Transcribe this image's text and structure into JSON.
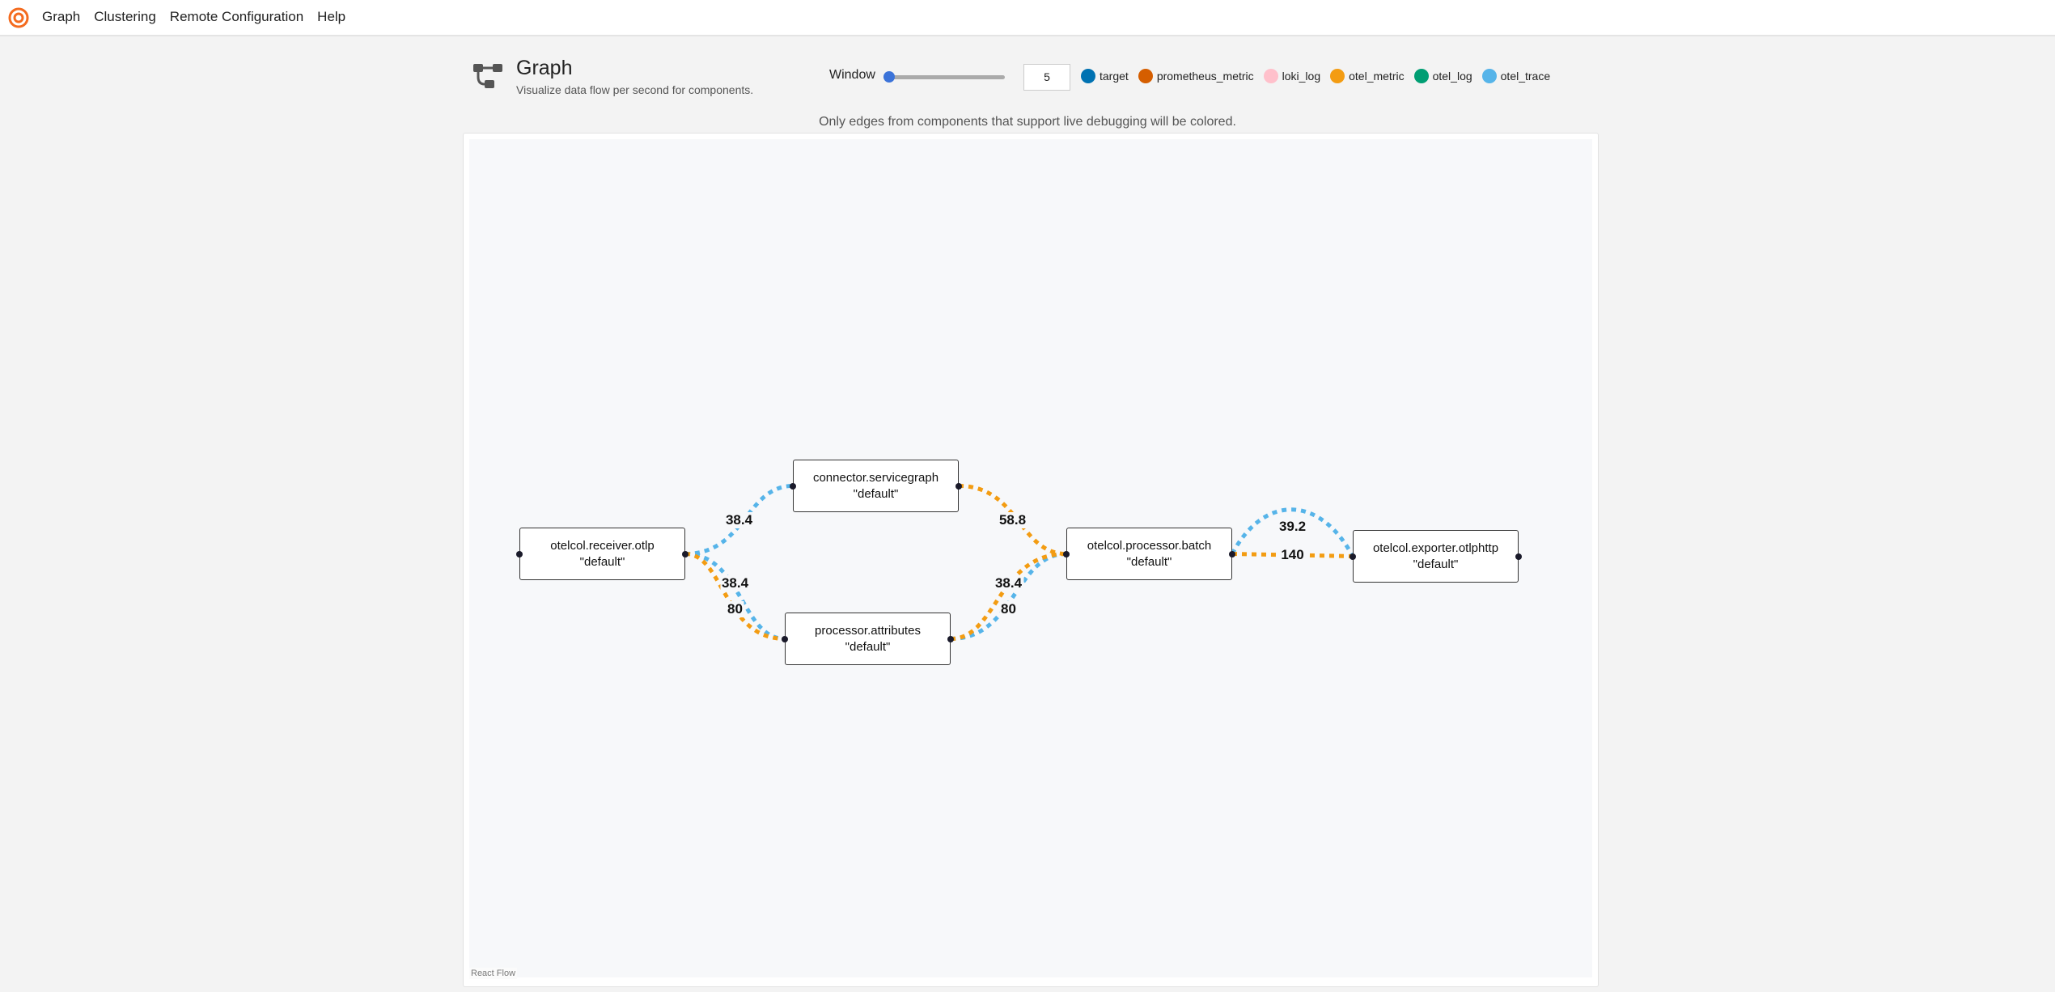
{
  "nav": {
    "items": [
      "Graph",
      "Clustering",
      "Remote Configuration",
      "Help"
    ]
  },
  "header": {
    "title": "Graph",
    "subtitle": "Visualize data flow per second for components.",
    "icon": "graph-icon"
  },
  "window": {
    "label": "Window",
    "value": "5",
    "slider_fraction": 0.0
  },
  "legend": [
    {
      "label": "target",
      "color": "#0072B2"
    },
    {
      "label": "prometheus_metric",
      "color": "#D55E00"
    },
    {
      "label": "loki_log",
      "color": "#FFC0CB"
    },
    {
      "label": "otel_metric",
      "color": "#F39C12"
    },
    {
      "label": "otel_log",
      "color": "#009E73"
    },
    {
      "label": "otel_trace",
      "color": "#56B4E9"
    }
  ],
  "note": "Only edges from components that support live debugging will be colored.",
  "attribution": "React Flow",
  "nodes": [
    {
      "id": "receiver",
      "name": "otelcol.receiver.otlp",
      "label": "\"default\""
    },
    {
      "id": "connector",
      "name": "connector.servicegraph",
      "label": "\"default\""
    },
    {
      "id": "attributes",
      "name": "processor.attributes",
      "label": "\"default\""
    },
    {
      "id": "batch",
      "name": "otelcol.processor.batch",
      "label": "\"default\""
    },
    {
      "id": "exporter",
      "name": "otelcol.exporter.otlphttp",
      "label": "\"default\""
    }
  ],
  "edges": [
    {
      "source": "receiver",
      "target": "connector",
      "type": "otel_trace",
      "value": "38.4"
    },
    {
      "source": "receiver",
      "target": "attributes",
      "type": "otel_trace",
      "value": "38.4"
    },
    {
      "source": "receiver",
      "target": "attributes",
      "type": "otel_metric",
      "value": "80"
    },
    {
      "source": "connector",
      "target": "batch",
      "type": "otel_metric",
      "value": "58.8"
    },
    {
      "source": "attributes",
      "target": "batch",
      "type": "otel_trace",
      "value": "38.4"
    },
    {
      "source": "attributes",
      "target": "batch",
      "type": "otel_metric",
      "value": "80"
    },
    {
      "source": "batch",
      "target": "exporter",
      "type": "otel_trace",
      "value": "39.2"
    },
    {
      "source": "batch",
      "target": "exporter",
      "type": "otel_metric",
      "value": "140"
    }
  ]
}
